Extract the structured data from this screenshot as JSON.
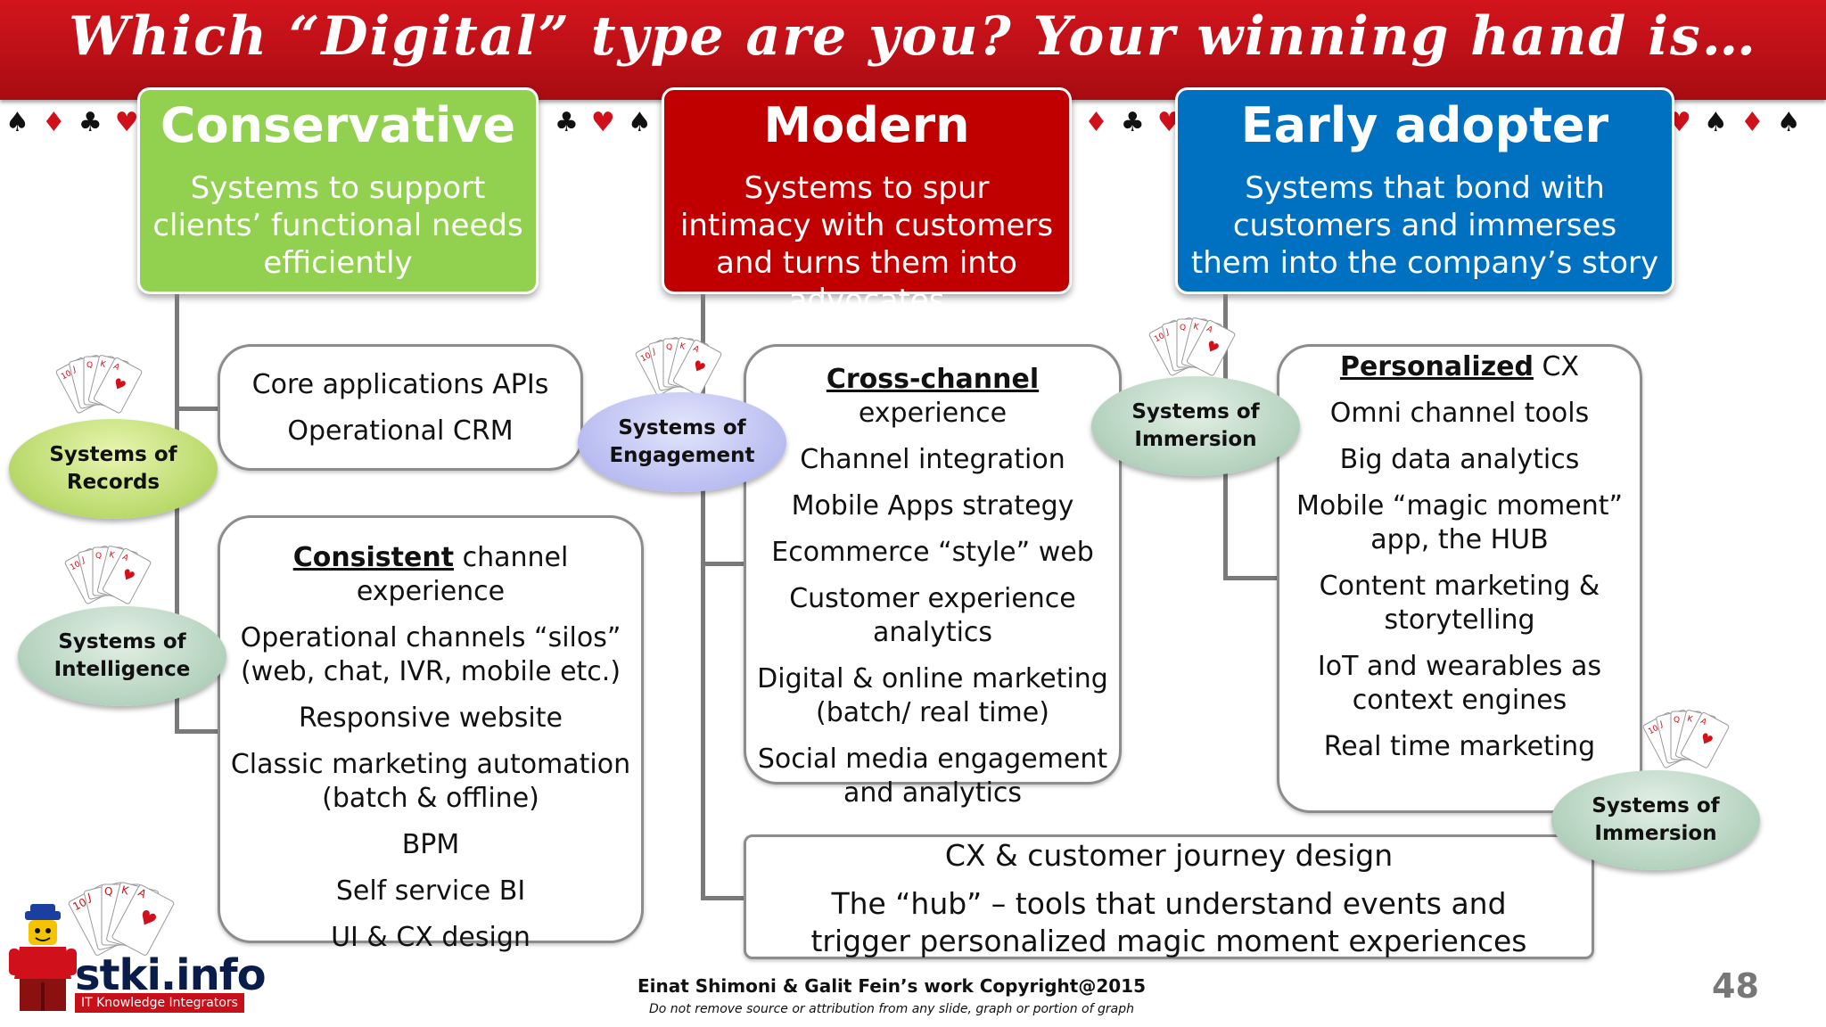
{
  "title": "Which “Digital” type are you? Your winning hand is…",
  "colors": {
    "banner": "#c8101a",
    "conservative": "#92d050",
    "modern": "#c00000",
    "early_adopter": "#0070c0"
  },
  "columns": {
    "conservative": {
      "heading": "Conservative",
      "subtitle": "Systems to support clients’ functional needs efficiently",
      "records": {
        "badge": "Systems of Records",
        "items": [
          "Core applications APIs",
          "Operational CRM"
        ]
      },
      "intelligence": {
        "badge": "Systems of Intelligence",
        "first_bold": "Consistent",
        "first_rest": " channel experience",
        "items": [
          "Operational channels “silos” (web, chat, IVR, mobile etc.)",
          "Responsive website",
          "Classic marketing automation (batch & offline)",
          "BPM",
          "Self service BI",
          "UI & CX design"
        ]
      }
    },
    "modern": {
      "heading": "Modern",
      "subtitle": "Systems to spur intimacy with customers and turns them into advocates",
      "engagement": {
        "badge": "Systems of Engagement",
        "first_bold": "Cross-channel",
        "first_rest": " experience",
        "items": [
          "Channel integration",
          "Mobile Apps strategy",
          "Ecommerce “style” web",
          "Customer experience analytics",
          "Digital & online marketing (batch/ real time)",
          "Social media engagement and analytics"
        ]
      },
      "hub": {
        "line1": "CX & customer journey design",
        "line2": "The “hub” – tools that understand events and trigger personalized magic moment experiences"
      }
    },
    "early_adopter": {
      "heading": "Early adopter",
      "subtitle": "Systems that bond with customers and immerses them into the company’s story",
      "immersion": {
        "badge": "Systems of Immersion",
        "badge2": "Systems of Immersion",
        "first_bold": "Personalized",
        "first_rest": " CX",
        "items": [
          "Omni channel tools",
          "Big data analytics",
          "Mobile “magic moment” app, the HUB",
          "Content marketing & storytelling",
          "IoT and wearables as context engines",
          "Real time marketing"
        ]
      }
    }
  },
  "logo": {
    "name": "stki.info",
    "tagline": "IT Knowledge Integrators"
  },
  "footer": {
    "credit": "Einat Shimoni & Galit Fein’s work  Copyright@2015",
    "note": "Do not remove source or attribution from any slide, graph or portion of graph"
  },
  "page_number": "48",
  "card_labels": [
    "10",
    "J",
    "Q",
    "K",
    "A"
  ]
}
